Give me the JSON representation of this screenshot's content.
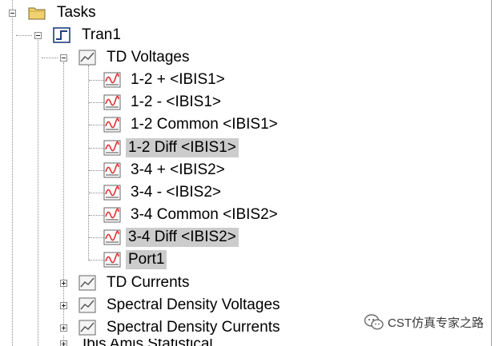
{
  "tree": {
    "root": {
      "label": "Tasks",
      "expanded": true,
      "icon": "folder-icon"
    },
    "task": {
      "label": "Tran1",
      "expanded": true,
      "icon": "step-icon"
    },
    "groups": [
      {
        "label": "TD Voltages",
        "expanded": true,
        "icon": "chart-icon"
      },
      {
        "label": "TD Currents",
        "expanded": false,
        "icon": "chart-icon"
      },
      {
        "label": "Spectral Density Voltages",
        "expanded": false,
        "icon": "chart-icon"
      },
      {
        "label": "Spectral Density Currents",
        "expanded": false,
        "icon": "chart-icon"
      },
      {
        "label": "Ibis Amis Statistical",
        "expanded": false,
        "icon": "chart-icon"
      }
    ],
    "voltages": [
      {
        "label": "1-2 + <IBIS1>",
        "selected": false
      },
      {
        "label": "1-2 - <IBIS1>",
        "selected": false
      },
      {
        "label": "1-2 Common <IBIS1>",
        "selected": false
      },
      {
        "label": "1-2 Diff <IBIS1>",
        "selected": true
      },
      {
        "label": "3-4 + <IBIS2>",
        "selected": false
      },
      {
        "label": "3-4 - <IBIS2>",
        "selected": false
      },
      {
        "label": "3-4 Common <IBIS2>",
        "selected": false
      },
      {
        "label": "3-4 Diff <IBIS2>",
        "selected": true
      },
      {
        "label": "Port1",
        "selected": true
      }
    ]
  },
  "watermark": {
    "text": "CST仿真专家之路",
    "icon": "wechat-icon"
  },
  "colors": {
    "selection": "#cccccc",
    "wave_red": "#e03030",
    "folder_yellow": "#f0d070"
  }
}
